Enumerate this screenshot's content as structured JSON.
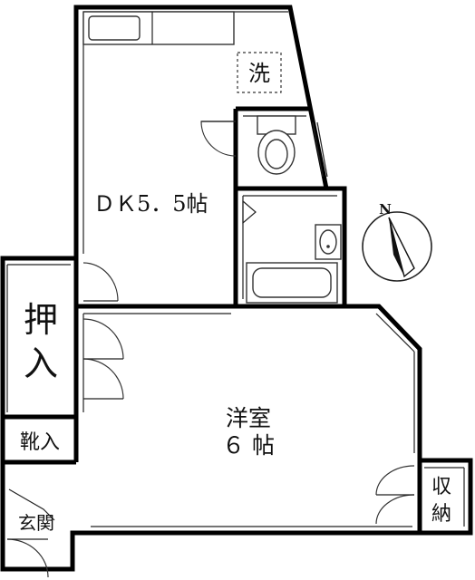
{
  "rooms": {
    "dk": "ＤＫ5．5帖",
    "western_line1": "洋室",
    "western_line2": "６ 帖",
    "oshiire_line1": "押",
    "oshiire_line2": "入",
    "shoes": "靴入",
    "entrance": "玄関",
    "storage_line1": "収",
    "storage_line2": "納",
    "laundry": "洗"
  },
  "compass": {
    "label": "N"
  }
}
